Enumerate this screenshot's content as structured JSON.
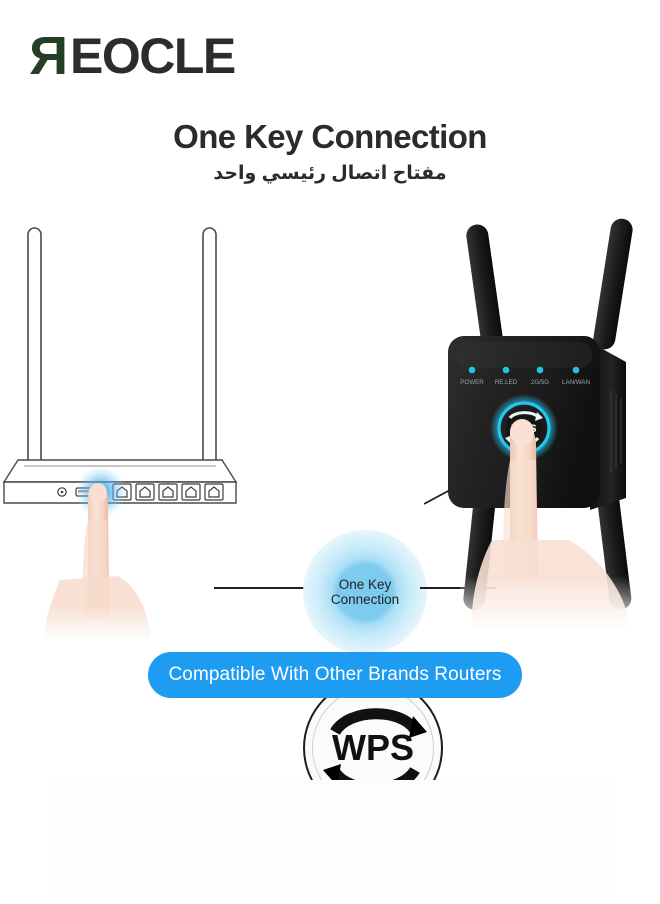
{
  "brand": {
    "logo_initial": "R",
    "logo_word": "EOCLE",
    "logo_initial_color": "#253f26",
    "logo_word_color": "#2c2c2c"
  },
  "heading": {
    "title": "One Key Connection",
    "subtitle_ar": "مفتاح اتصال رئيسي واحد"
  },
  "diagram": {
    "bubble": {
      "line1": "One Key",
      "line2": "Connection",
      "glow_color": "#7ecbf0"
    },
    "wps_badge": {
      "label": "WPS",
      "ring_color": "#1c1c1c",
      "inner_ring_color": "#bcd7dd"
    },
    "router": {
      "name": "wifi-router-line-drawing",
      "antenna_count": 2,
      "lan_port_count": 5,
      "has_power_jack": true,
      "has_usb_port": true,
      "press_glow_color": "#2b9fe0"
    },
    "repeater": {
      "name": "wifi-range-extender",
      "body_color": "#1a1a1a",
      "antenna_count": 4,
      "led_color": "#23c3e8",
      "wps_button_label": "WPS",
      "leds": [
        {
          "label": "POWER"
        },
        {
          "label": "RE.LED"
        },
        {
          "label": "2G/5G"
        },
        {
          "label": "LAN/WAN"
        }
      ]
    }
  },
  "banner": {
    "text": "Compatible With Other Brands Routers",
    "background": "#1e9cf2",
    "text_color": "#ffffff"
  }
}
